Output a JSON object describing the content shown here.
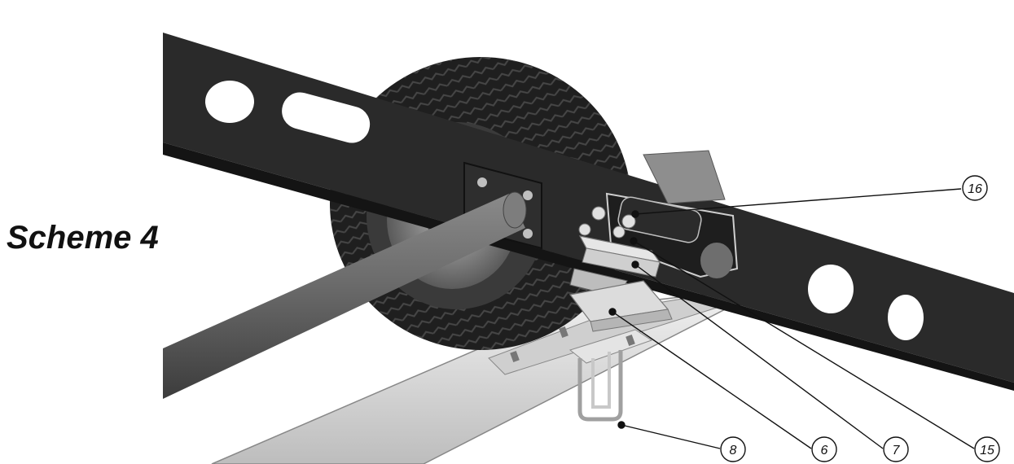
{
  "scheme_title": "Scheme 4",
  "callouts": [
    {
      "id": "16",
      "label": "16"
    },
    {
      "id": "8",
      "label": "8"
    },
    {
      "id": "6",
      "label": "6"
    },
    {
      "id": "7",
      "label": "7"
    },
    {
      "id": "15",
      "label": "15"
    }
  ],
  "colors": {
    "frame": "#2a2a2a",
    "frame_shadow": "#1a1a1a",
    "tire": "#1f1f1f",
    "axle": "#6c6c6c",
    "metal_light": "#d6d6d6",
    "metal_mid": "#a8a8a8"
  }
}
